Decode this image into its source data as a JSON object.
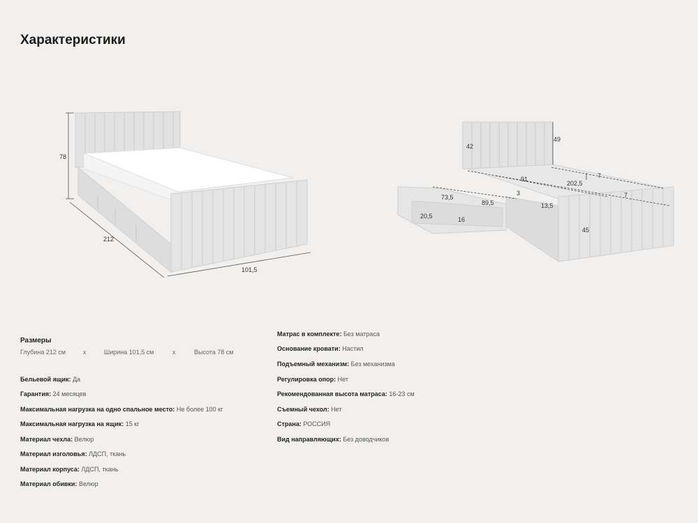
{
  "title": "Характеристики",
  "figure_left": {
    "dims": {
      "height": "78",
      "depth": "212",
      "width": "101,5"
    }
  },
  "figure_right": {
    "dims": {
      "headboard_a": "42",
      "headboard_b": "49",
      "d7a": "7",
      "d7b": "7",
      "d202": "202,5",
      "d91": "91",
      "d3": "3",
      "d73": "73,5",
      "d89": "89,5",
      "d13": "13,5",
      "d20": "20,5",
      "d16": "16",
      "d45": "45"
    }
  },
  "sizes": {
    "heading": "Размеры",
    "depth": "Глубина 212 см",
    "x1": "x",
    "width": "Ширина 101,5 см",
    "x2": "x",
    "height": "Высота 78 см"
  },
  "specs_left": [
    {
      "label": "Бельевой ящик:",
      "value": "Да"
    },
    {
      "label": "Гарантия:",
      "value": "24 месяцев"
    },
    {
      "label": "Максимальная нагрузка на одно спальное место:",
      "value": "Не более 100 кг"
    },
    {
      "label": "Максимальная нагрузка на ящик:",
      "value": "15 кг"
    },
    {
      "label": "Материал чехла:",
      "value": "Велюр"
    },
    {
      "label": "Материал изголовья:",
      "value": "ЛДСП, ткань"
    },
    {
      "label": "Материал корпуса:",
      "value": "ЛДСП, ткань"
    },
    {
      "label": "Материал обивки:",
      "value": "Велюр"
    }
  ],
  "specs_right": [
    {
      "label": "Матрас в комплекте:",
      "value": "Без матраса"
    },
    {
      "label": "Основание кровати:",
      "value": "Настил"
    },
    {
      "label": "Подъемный механизм:",
      "value": "Без механизма"
    },
    {
      "label": "Регулировка опор:",
      "value": "Нет"
    },
    {
      "label": "Рекомендованная высота матраса:",
      "value": "16-23 см"
    },
    {
      "label": "Съемный чехол:",
      "value": "Нет"
    },
    {
      "label": "Страна:",
      "value": "РОССИЯ"
    },
    {
      "label": "Вид направляющих:",
      "value": "Без доводчиков"
    }
  ]
}
